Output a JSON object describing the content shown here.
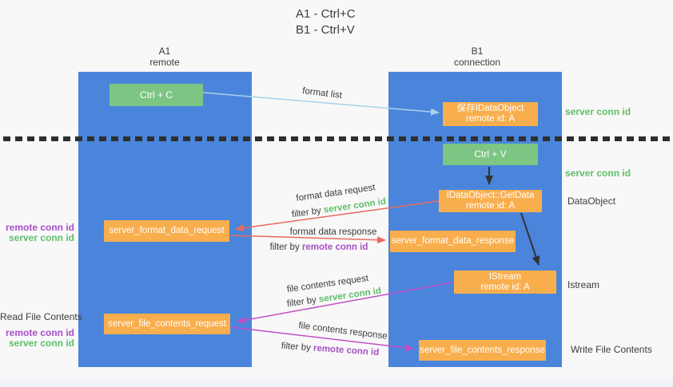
{
  "title": {
    "line1": "A1 - Ctrl+C",
    "line2": "B1 - Ctrl+V"
  },
  "lifelines": {
    "left": {
      "name": "A1",
      "role": "remote"
    },
    "right": {
      "name": "B1",
      "role": "connection"
    }
  },
  "nodes": {
    "ctrl_c": "Ctrl + C",
    "save_idataobject": {
      "line1": "保存IDataObject",
      "line2": "remote id: A"
    },
    "ctrl_v": "Ctrl + V",
    "getdata": {
      "line1": "IDataObject::GetData",
      "line2": "remote id: A"
    },
    "format_request": "server_format_data_request",
    "format_response": "server_format_data_response",
    "istream": {
      "line1": "IStream",
      "line2": "remote id: A"
    },
    "file_request": "server_file_contents_request",
    "file_response": "server_file_contents_response"
  },
  "side_labels": {
    "server_conn_id_top": "server conn id",
    "server_conn_id_mid": "server conn id",
    "dataobject": "DataObject",
    "istream": "Istream",
    "write_file_contents": "Write File Contents",
    "read_file_contents": "Read File Contents",
    "remote_conn_id_format": "remote conn id",
    "server_conn_id_format": "server conn id",
    "remote_conn_id_file": "remote conn id",
    "server_conn_id_file": "server conn id"
  },
  "arrow_labels": {
    "format_list": "format list",
    "format_data_request": "format data request",
    "format_data_response": "format data response",
    "file_contents_request": "file contents request",
    "file_contents_response": "file contents response",
    "filter_by": "filter by",
    "server_conn_id": "server conn id",
    "remote_conn_id": "remote conn id"
  },
  "edges": [
    {
      "from": "ctrl_c",
      "to": "save_idataobject",
      "label": "format list",
      "color": "lightblue"
    },
    {
      "from": "ctrl_v",
      "to": "getdata",
      "label": "",
      "color": "black"
    },
    {
      "from": "getdata",
      "to": "istream",
      "label": "",
      "color": "black"
    },
    {
      "from": "getdata",
      "to": "format_request",
      "label": "format data request, filter by server conn id",
      "color": "red"
    },
    {
      "from": "format_request",
      "to": "format_response",
      "label": "format data response, filter by remote conn id",
      "color": "red"
    },
    {
      "from": "istream",
      "to": "file_request",
      "label": "file contents request, filter by server conn id",
      "color": "magenta"
    },
    {
      "from": "file_request",
      "to": "file_response",
      "label": "file contents response, filter by remote conn id",
      "color": "magenta"
    }
  ],
  "colors": {
    "lifeline_blue": "#4a85db",
    "node_green": "#7cc583",
    "node_orange": "#f9ae4d",
    "arrow_lightblue": "#a9d2ee",
    "arrow_red": "#e86a60",
    "arrow_magenta": "#c050c5",
    "arrow_black": "#333333",
    "text_green": "#5fbe68",
    "text_purple": "#a94fc5",
    "text_dark": "#3c3c3c",
    "background": "#f8f8f8"
  }
}
